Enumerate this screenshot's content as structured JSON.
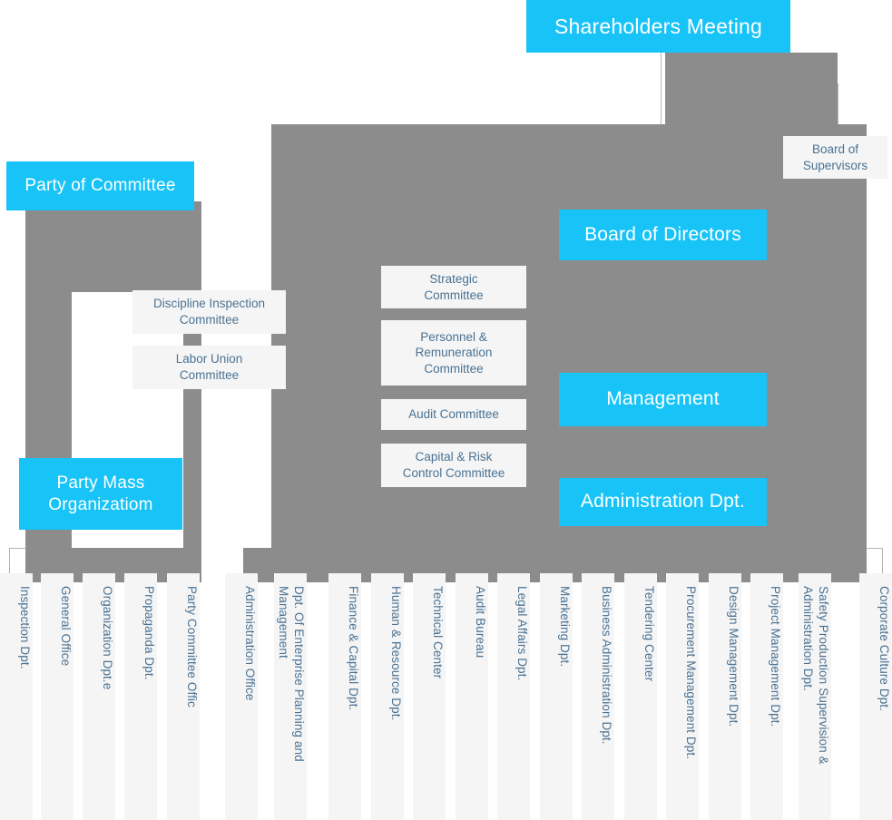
{
  "meta": {
    "title": "Corporate Organization Structure Chart",
    "colors": {
      "accent_cyan": "#17c3f7",
      "panel_gray": "#8c8c8c",
      "box_white": "#f5f5f5",
      "text_blue": "#4a7293",
      "connector": "#b4b4b4"
    }
  },
  "top": {
    "shareholders_meeting": "Shareholders Meeting",
    "board_of_supervisors": "Board of\nSupervisors"
  },
  "party_branch": {
    "party_of_committee": "Party of Committee",
    "party_mass_organization": "Party Mass\nOrganizatiom",
    "discipline_inspection_committee": "Discipline Inspection\nCommittee",
    "labor_union_committee": "Labor Union\nCommittee"
  },
  "corporate_branch": {
    "board_of_directors": "Board of Directors",
    "management": "Management",
    "administration_dpt": "Administration Dpt."
  },
  "committees": [
    {
      "id": "strategic",
      "label": "Strategic\nCommittee"
    },
    {
      "id": "personnel-remuneration",
      "label": "Personnel &\nRemuneration\nCommittee"
    },
    {
      "id": "audit",
      "label": "Audit Committee"
    },
    {
      "id": "capital-risk-control",
      "label": "Capital & Risk\nControl Committee"
    }
  ],
  "departments_party": [
    {
      "id": "inspection-dpt",
      "label": "Inspection Dpt.",
      "lines": 1
    },
    {
      "id": "general-office",
      "label": "General Office",
      "lines": 1
    },
    {
      "id": "organization-dpt-e",
      "label": "Organization Dpt.e",
      "lines": 1
    },
    {
      "id": "propaganda-dpt",
      "label": "Propaganda Dpt.",
      "lines": 1
    },
    {
      "id": "party-committee-offic",
      "label": "Party Committee Offic",
      "lines": 1
    }
  ],
  "departments_corporate": [
    {
      "id": "administration-office",
      "label": "Administration Office",
      "lines": 1
    },
    {
      "id": "dpt-of-enterprise-planning-and-management",
      "label": "Dpt. Of Enterprise Planning and\nManagement",
      "lines": 2
    },
    {
      "id": "finance-capital-dpt",
      "label": "Finance & Capital Dpt.",
      "lines": 1
    },
    {
      "id": "human-resource-dpt",
      "label": "Human & Resource Dpt.",
      "lines": 1
    },
    {
      "id": "technical-center",
      "label": "Technical Center",
      "lines": 1
    },
    {
      "id": "audit-bureau",
      "label": "Audit Bureau",
      "lines": 1
    },
    {
      "id": "legal-affairs-dpt",
      "label": "Legal Affairs Dpt.",
      "lines": 1
    },
    {
      "id": "marketing-dpt",
      "label": "Marketing Dpt.",
      "lines": 1
    },
    {
      "id": "business-administration-dpt",
      "label": "Business Administration Dpt.",
      "lines": 1
    },
    {
      "id": "tendering-center",
      "label": "Tendering Center",
      "lines": 1
    },
    {
      "id": "procurement-management-dpt",
      "label": "Procurement Management Dpt.",
      "lines": 1
    },
    {
      "id": "design-management-dpt",
      "label": "Design Management Dpt.",
      "lines": 1
    },
    {
      "id": "project-management-dpt",
      "label": "Project Management Dpt.",
      "lines": 1
    },
    {
      "id": "safety-production-supervision-administration-dpt",
      "label": "Safety Production Supervision &\nAdministration Dpt.",
      "lines": 2
    },
    {
      "id": "corporate-culture-dpt",
      "label": "Corporate Culture Dpt.",
      "lines": 1
    }
  ]
}
